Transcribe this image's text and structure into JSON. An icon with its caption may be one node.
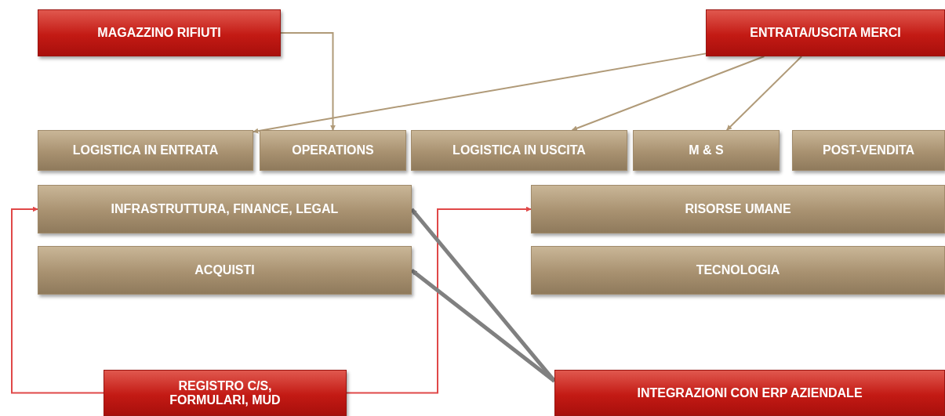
{
  "diagram": {
    "nodes": [
      {
        "text": [
          "MAGAZZINO RIFIUTI"
        ]
      },
      {
        "text": [
          "ENTRATA/USCITA MERCI"
        ]
      },
      {
        "text": [
          "LOGISTICA IN ENTRATA"
        ]
      },
      {
        "text": [
          "OPERATIONS"
        ]
      },
      {
        "text": [
          "LOGISTICA IN USCITA"
        ]
      },
      {
        "text": [
          "M & S"
        ]
      },
      {
        "text": [
          "POST-VENDITA"
        ]
      },
      {
        "text": [
          "INFRASTRUTTURA, FINANCE, LEGAL"
        ]
      },
      {
        "text": [
          "RISORSE UMANE"
        ]
      },
      {
        "text": [
          "ACQUISTI"
        ]
      },
      {
        "text": [
          "TECNOLOGIA"
        ]
      },
      {
        "text": [
          "REGISTRO C/S, FORMULARI, MUD"
        ]
      },
      {
        "text": [
          "INTEGRAZIONI CON ERP AZIENDALE"
        ]
      }
    ],
    "edges": [
      {
        "from": 0,
        "to": 3,
        "arrow": "to"
      },
      {
        "from": 1,
        "to": 2,
        "arrow": "to"
      },
      {
        "from": 1,
        "to": 4,
        "arrow": "to"
      },
      {
        "from": 1,
        "to": 5,
        "arrow": "to"
      },
      {
        "from": 11,
        "to": 7,
        "arrow": "to",
        "color": "#e04848"
      },
      {
        "from": 11,
        "to": 8,
        "arrow": "to",
        "color": "#e04848"
      },
      {
        "from": 12,
        "to": 7,
        "arrow": "to",
        "style": "thick",
        "color": "#808080"
      },
      {
        "from": 12,
        "to": 9,
        "arrow": "to",
        "style": "thick",
        "color": "#808080"
      }
    ]
  }
}
